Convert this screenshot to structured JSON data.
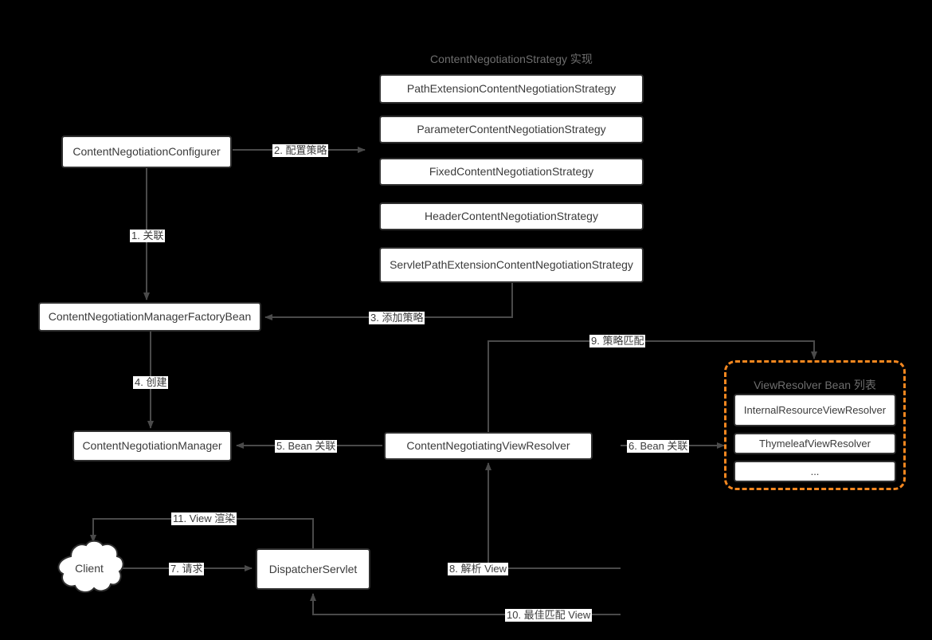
{
  "diagram": {
    "title": "ContentNegotiation flow diagram",
    "background": "#000000",
    "accent_color": "#f5871f",
    "node_border_color": "#2f2f2f",
    "edge_color": "#4a4a4a",
    "strategy_section": {
      "title": "ContentNegotiationStrategy 实现",
      "items": [
        {
          "label": "PathExtensionContentNegotiationStrategy"
        },
        {
          "label": "ParameterContentNegotiationStrategy"
        },
        {
          "label": "FixedContentNegotiationStrategy"
        },
        {
          "label": "HeaderContentNegotiationStrategy"
        },
        {
          "label": "ServletPathExtensionContentNegotiationStrategy"
        }
      ]
    },
    "viewresolver_group": {
      "title": "ViewResolver Bean 列表",
      "items": [
        {
          "label": "InternalResourceViewResolver"
        },
        {
          "label": "ThymeleafViewResolver"
        },
        {
          "label": "..."
        }
      ]
    },
    "nodes": {
      "configurer": "ContentNegotiationConfigurer",
      "factory_bean": "ContentNegotiationManagerFactoryBean",
      "manager": "ContentNegotiationManager",
      "negotiating_view_resolver": "ContentNegotiatingViewResolver",
      "client": "Client",
      "dispatcher_servlet": "DispatcherServlet"
    },
    "edge_labels": {
      "e1": "1. 关联",
      "e2": "2. 配置策略",
      "e3": "3. 添加策略",
      "e4": "4. 创建",
      "e5": "5. Bean 关联",
      "e6": "6. Bean 关联",
      "e7": "7. 请求",
      "e8": "8. 解析 View",
      "e9": "9. 策略匹配",
      "e10": "10. 最佳匹配 View",
      "e11": "11. View 渲染"
    }
  }
}
